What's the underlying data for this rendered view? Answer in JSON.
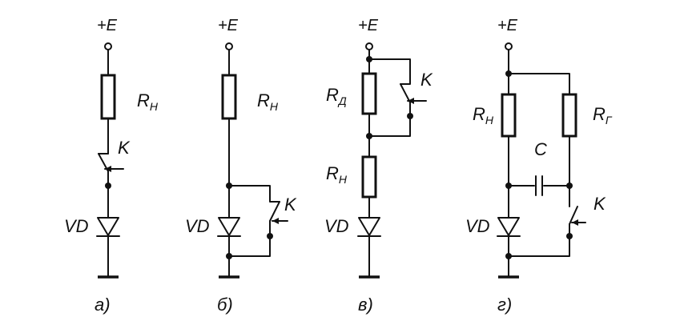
{
  "supply_label": "+E",
  "circuits": [
    {
      "caption": "а)",
      "labels": {
        "r_load": "R",
        "r_load_sub": "Н",
        "switch": "K",
        "diode": "VD"
      }
    },
    {
      "caption": "б)",
      "labels": {
        "r_load": "R",
        "r_load_sub": "Н",
        "switch": "K",
        "diode": "VD"
      }
    },
    {
      "caption": "в)",
      "labels": {
        "r_extra": "R",
        "r_extra_sub": "Д",
        "r_load": "R",
        "r_load_sub": "Н",
        "switch": "K",
        "diode": "VD"
      }
    },
    {
      "caption": "г)",
      "labels": {
        "r_load": "R",
        "r_load_sub": "Н",
        "r_gen": "R",
        "r_gen_sub": "Г",
        "capacitor": "C",
        "switch": "K",
        "diode": "VD"
      }
    }
  ]
}
